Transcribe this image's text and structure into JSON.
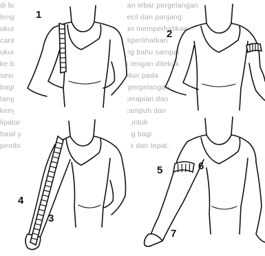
{
  "figure": {
    "panels": [
      {
        "id": "panel-1",
        "labels": [
          "1"
        ]
      },
      {
        "id": "panel-2",
        "labels": [
          "2"
        ]
      },
      {
        "id": "panel-3",
        "labels": [
          "4",
          "3"
        ]
      },
      {
        "id": "panel-4",
        "labels": [
          "5",
          "6",
          "7"
        ]
      }
    ]
  },
  "background_text": [
    "di bagian lengan atas sedangkan ukuran lebar pergelangan",
    "lengan, yaitu ukuran terbesar dan terkecil dan panjang",
    "ukuran lengan diukur dari bahu. Dengan memperhatikan",
    "cara untuk membuat ukuran tersebut diperlihatkan",
    "ukuran panjang lengan diukur dari ujung bahu sampai",
    "ke bagian pergelangan tangan dengan lengan ditekuk",
    "sesuai posisi pakai. Lingkar lengan diukur pada",
    "bagian atas, tengah dan bawah, serta pergelangan",
    "tangan. Ukuran ini akan menentukan kerapian dan",
    "kenyamanan baju yang dibuat. Letak kampuh dan",
    "lipatan lengan juga harus diperhatikan untuk",
    "hasil yang rapi. Teknik ini sangat penting bagi",
    "pembuatan pola dasar lengan yang baik dan tepat."
  ]
}
